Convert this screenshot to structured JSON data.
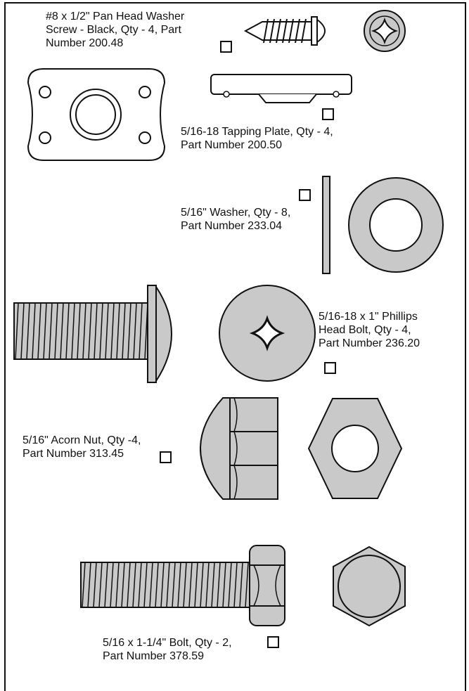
{
  "parts": [
    {
      "lines": [
        "#8 x 1/2\" Pan Head Washer",
        "Screw - Black, Qty - 4, Part",
        "Number 200.48"
      ],
      "checked": false
    },
    {
      "lines": [
        "5/16-18 Tapping Plate, Qty - 4,",
        "Part Number 200.50"
      ],
      "checked": false
    },
    {
      "lines": [
        "5/16\" Washer, Qty - 8,",
        "Part Number 233.04"
      ],
      "checked": false
    },
    {
      "lines": [
        "5/16-18 x 1\" Phillips",
        "Head Bolt, Qty - 4,",
        "Part Number 236.20"
      ],
      "checked": false
    },
    {
      "lines": [
        "5/16\" Acorn Nut, Qty -4,",
        "Part Number 313.45"
      ],
      "checked": false
    },
    {
      "lines": [
        "5/16 x 1-1/4\" Bolt, Qty - 2,",
        "Part Number 378.59"
      ],
      "checked": false
    }
  ]
}
